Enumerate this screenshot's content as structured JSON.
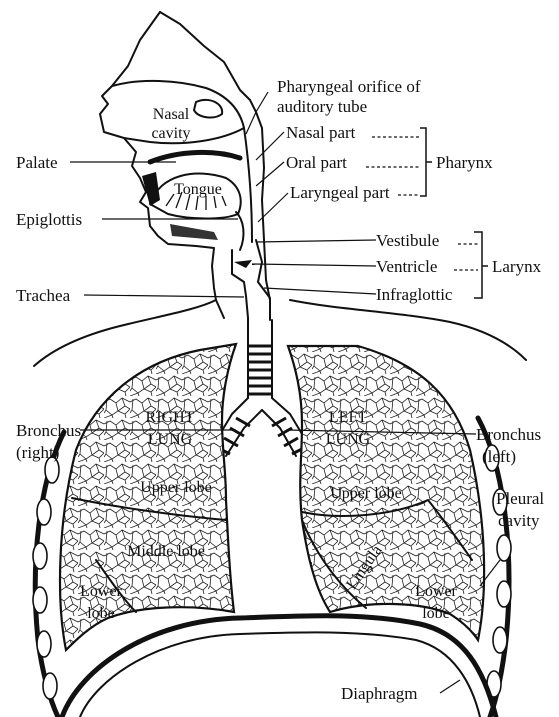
{
  "labels": {
    "nasal_cavity": [
      "Nasal",
      "cavity"
    ],
    "palate": "Palate",
    "tongue": "Tongue",
    "epiglottis": "Epiglottis",
    "trachea": "Trachea",
    "pharyngeal_orifice": [
      "Pharyngeal orifice of",
      "auditory tube"
    ],
    "nasal_part": "Nasal part",
    "oral_part": "Oral part",
    "laryngeal_part": "Laryngeal part",
    "pharynx": "Pharynx",
    "vestibule": "Vestibule",
    "ventricle": "Ventricle",
    "infraglottic": "Infraglottic",
    "larynx": "Larynx",
    "right_lung": [
      "RIGHT",
      "LUNG"
    ],
    "left_lung": [
      "LEFT",
      "LUNG"
    ],
    "bronchus_right": [
      "Bronchus",
      "(right)"
    ],
    "bronchus_left": [
      "Bronchus",
      "(left)"
    ],
    "upper_lobe_right": "Upper lobe",
    "middle_lobe": "Middle lobe",
    "lower_lobe_right": [
      "Lower",
      "lobe"
    ],
    "upper_lobe_left": "Upper lobe",
    "lingula": "Lingula",
    "lower_lobe_left": [
      "Lower",
      "lobe"
    ],
    "pleural_cavity": [
      "Pleural",
      "cavity"
    ],
    "diaphragm": "Diaphragm"
  }
}
